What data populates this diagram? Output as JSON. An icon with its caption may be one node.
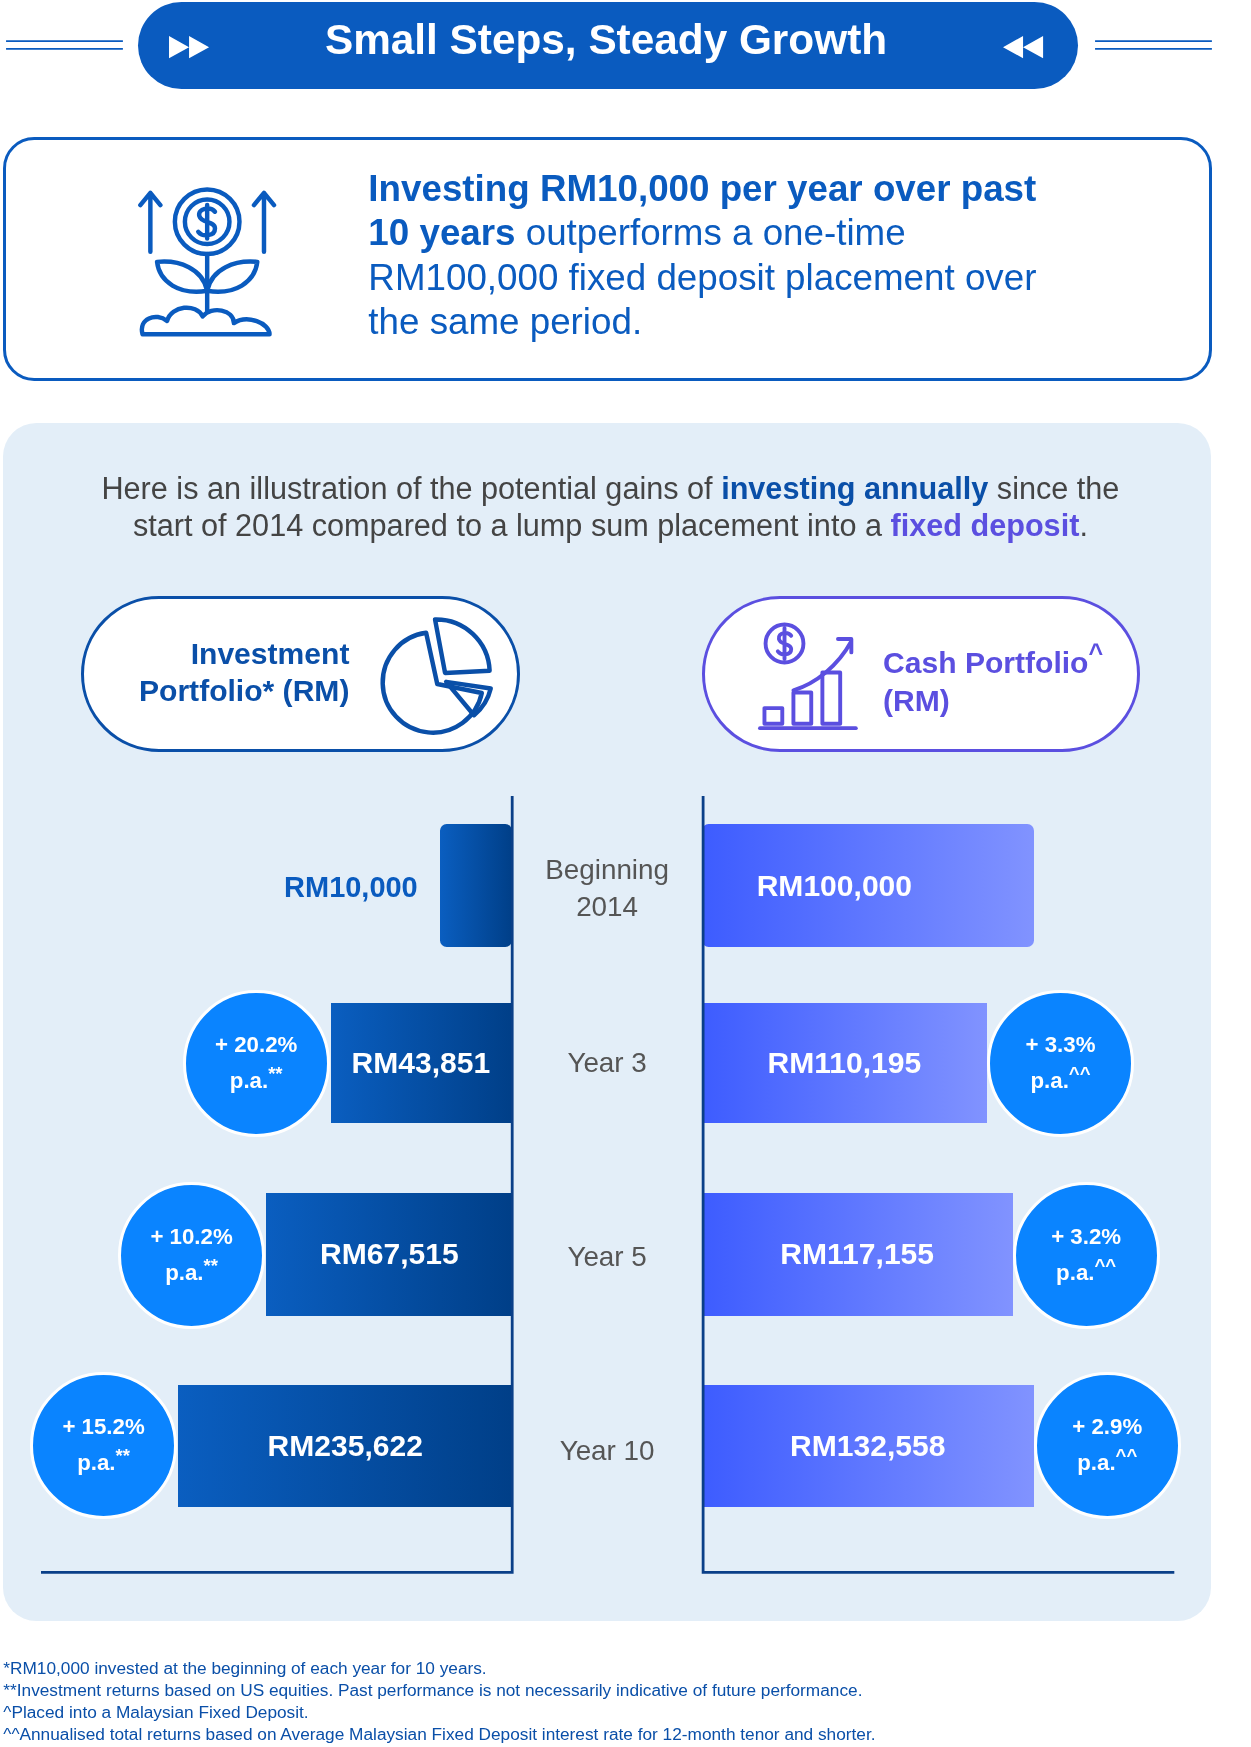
{
  "diagram": {
    "nodes": [
      {
        "text": [
          "Small Steps, Steady Growth"
        ]
      },
      {
        "text": [
          "**Investing RM10,000 per year over past 10 years** outperforms a one-time RM100,000 fixed deposit placement over the same period."
        ]
      },
      {
        "text": [
          "Here is an illustration of the potential gains of **investing annually** since the start of 2014 compared to a lump sum placement into a **fixed deposit**."
        ]
      },
      {
        "text": [
          "Investment Portfolio* (RM)"
        ],
        "in": 2
      },
      {
        "text": [
          "Cash Portfolio$^{^}$ (RM)"
        ],
        "in": 2
      },
      {
        "text": [],
        "shape": "bar",
        "beside": [
          "RM10,000"
        ],
        "in": 2
      },
      {
        "text": [
          "RM100,000"
        ],
        "in": 2
      },
      {
        "text": [
          "+ 20.2% p.a.$^{**}$"
        ],
        "in": 2
      },
      {
        "text": [
          "RM43,851"
        ],
        "in": 2
      },
      {
        "text": [
          "RM110,195"
        ],
        "in": 2
      },
      {
        "text": [
          "+ 3.3% p.a.$^{^^}$"
        ],
        "in": 2
      },
      {
        "text": [
          "+ 10.2% p.a.$^{**}$"
        ],
        "in": 2
      },
      {
        "text": [
          "RM67,515"
        ],
        "in": 2
      },
      {
        "text": [
          "RM117,155"
        ],
        "in": 2
      },
      {
        "text": [
          "+ 3.2% p.a.$^{^^}$"
        ],
        "in": 2
      },
      {
        "text": [
          "+ 15.2% p.a.$^{**}$"
        ],
        "in": 2
      },
      {
        "text": [
          "RM235,622"
        ],
        "in": 2
      },
      {
        "text": [
          "RM132,558"
        ],
        "in": 2
      },
      {
        "text": [
          "+ 2.9% p.a.$^{^^}$"
        ],
        "in": 2
      }
    ],
    "labels": [
      "Beginning 2014",
      "Year 3",
      "Year 5",
      "Year 10",
      "*RM10,000 invested at the beginning of each year for 10 years.",
      "**Investment returns based on US equities. Past performance is not necessarily indicative of future performance.",
      "^Placed into a Malaysian Fixed Deposit.",
      "^^Annualised total returns based on Average Malaysian Fixed Deposit interest rate for 12-month tenor and shorter."
    ]
  }
}
